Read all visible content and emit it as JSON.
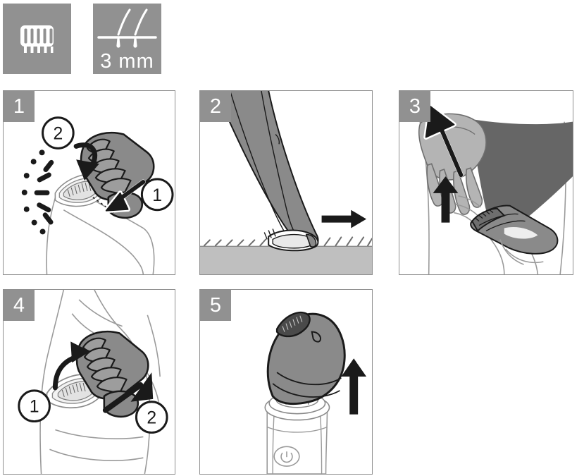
{
  "document": {
    "type": "instruction-diagram",
    "title": "Trimming comb attachment usage steps"
  },
  "icons": {
    "comb_icon": {
      "name": "trimming-comb-icon",
      "label": ""
    },
    "length_icon": {
      "name": "hair-length-icon",
      "label": "3 mm"
    }
  },
  "panels": [
    {
      "number": "1",
      "name": "panel-attach-comb",
      "callouts": [
        "2",
        "1"
      ],
      "description": "Click the trimming comb onto the trimmer head"
    },
    {
      "number": "2",
      "name": "panel-trim-surface",
      "callouts": [],
      "description": "Move the trimmer across the skin in the arrow direction"
    },
    {
      "number": "3",
      "name": "panel-stretch-skin",
      "callouts": [],
      "description": "Stretch the skin with one hand and move the trimmer upwards"
    },
    {
      "number": "4",
      "name": "panel-remove-comb",
      "callouts": [
        "1",
        "2"
      ],
      "description": "Lift and pull the trimming comb off the head"
    },
    {
      "number": "5",
      "name": "panel-remove-head",
      "callouts": [],
      "description": "Pull the trimmer head straight up off the handle"
    }
  ],
  "colors": {
    "badge_gray": "#919191",
    "panel_border": "#8f8f8f",
    "body_gray": "#878787",
    "mid_gray": "#9d9d9d",
    "light_gray": "#bfbfbf",
    "dark_garment": "#666666",
    "outline": "#1a1a1a",
    "skin_outline": "#8a8a8a",
    "white": "#ffffff"
  }
}
